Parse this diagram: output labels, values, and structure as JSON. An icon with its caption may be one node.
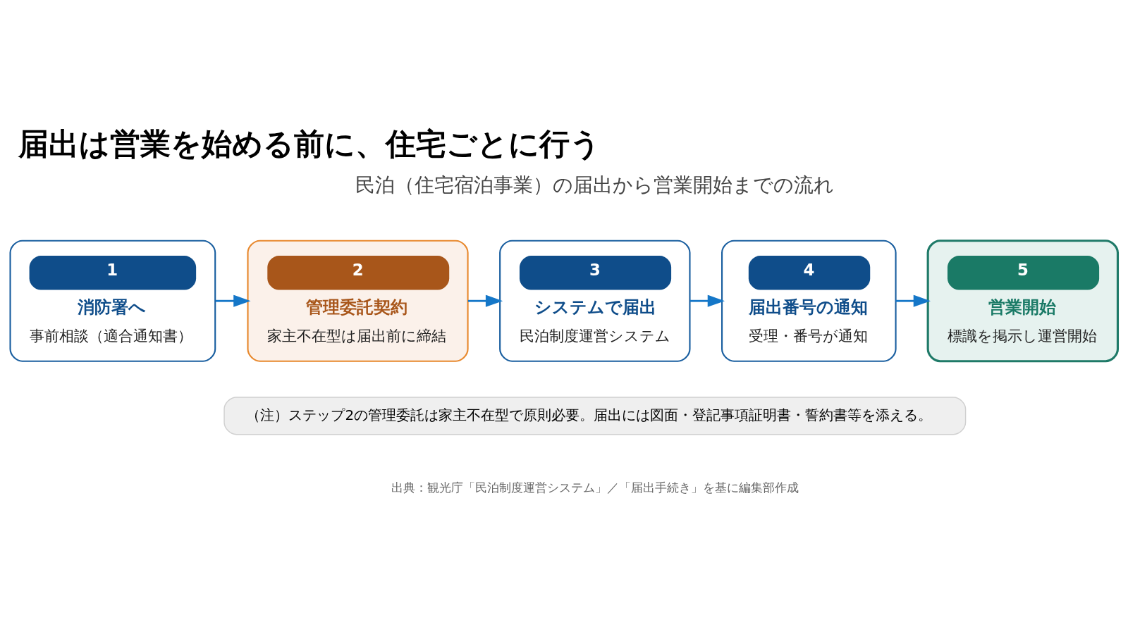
{
  "diagram": {
    "title": "届出は営業を始める前に、住宅ごとに行う",
    "nodes": [
      {
        "text": [
          "1",
          "消防署へ",
          "事前相談（適合通知書）"
        ]
      },
      {
        "text": [
          "2",
          "管理委託契約",
          "家主不在型は届出前に締結"
        ]
      },
      {
        "text": [
          "3",
          "システムで届出",
          "民泊制度運営システム"
        ]
      },
      {
        "text": [
          "4",
          "届出番号の通知",
          "受理・番号が通知"
        ]
      },
      {
        "text": [
          "5",
          "営業開始",
          "標識を掲示し運営開始"
        ]
      },
      {
        "text": [
          "（注）ステップ2の管理委託は家主不在型で原則必要。届出には図面・登記事項証明書・誓約書等を添える。"
        ]
      }
    ],
    "edges": [
      {
        "from": 0,
        "to": 1,
        "arrow": "to"
      },
      {
        "from": 1,
        "to": 2,
        "arrow": "to"
      },
      {
        "from": 2,
        "to": 3,
        "arrow": "to"
      },
      {
        "from": 3,
        "to": 4,
        "arrow": "to"
      }
    ],
    "labels": [
      "民泊（住宅宿泊事業）の届出から営業開始までの流れ",
      "出典：観光庁「民泊制度運営システム」／「届出手続き」を基に編集部作成"
    ]
  }
}
